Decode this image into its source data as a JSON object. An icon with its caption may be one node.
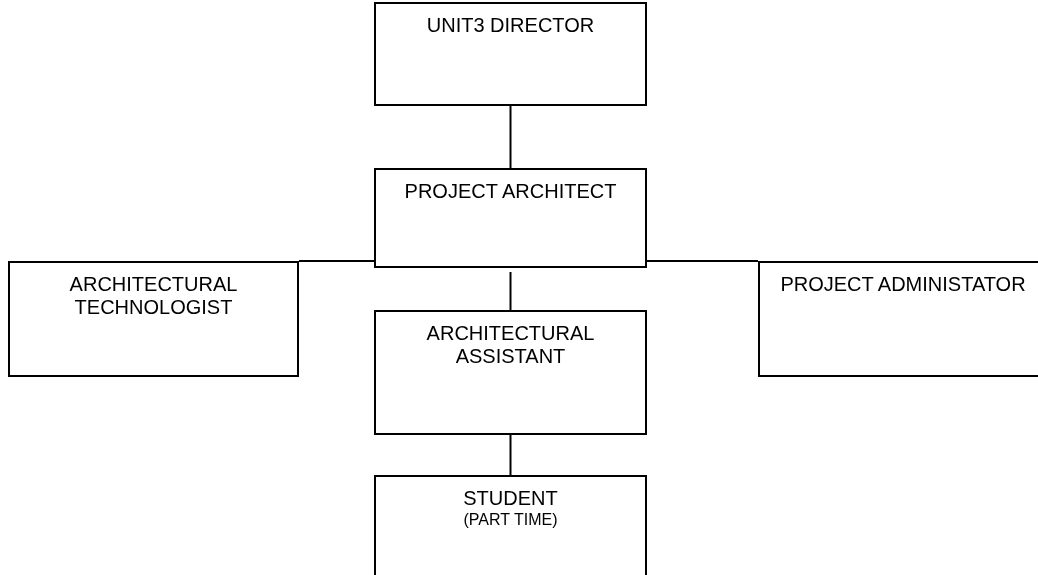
{
  "diagram": {
    "nodes": [
      {
        "text": [
          "UNIT3 DIRECTOR"
        ]
      },
      {
        "text": [
          "PROJECT ARCHITECT"
        ]
      },
      {
        "text": [
          "ARCHITECTURAL TECHNOLOGIST"
        ]
      },
      {
        "text": [
          "PROJECT ADMINISTATOR"
        ]
      },
      {
        "text": [
          "ARCHITECTURAL ASSISTANT"
        ]
      },
      {
        "text": [
          "STUDENT",
          "(PART TIME)"
        ]
      }
    ],
    "edges": [
      {
        "from": 0,
        "to": 1,
        "arrow": "none"
      },
      {
        "from": 1,
        "to": 2,
        "arrow": "none"
      },
      {
        "from": 1,
        "to": 3,
        "arrow": "none"
      },
      {
        "from": 1,
        "to": 4,
        "arrow": "none"
      },
      {
        "from": 4,
        "to": 5,
        "arrow": "none"
      }
    ]
  }
}
